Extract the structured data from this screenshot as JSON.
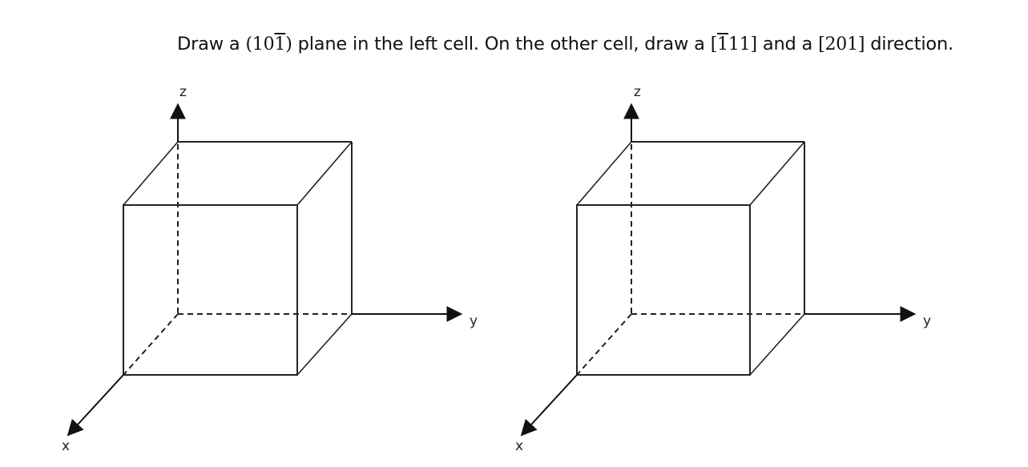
{
  "instruction": {
    "part1": "Draw a ",
    "plane_open": "(",
    "plane_h": "1",
    "plane_k": "0",
    "plane_l_bar": "1",
    "plane_close": ")",
    "part2": " plane in the left cell.  On the other cell, draw a ",
    "dir1_open": "[",
    "dir1_u_bar": "1",
    "dir1_vw": "11",
    "dir1_close": "]",
    "part3": " and a ",
    "dir2": "[201]",
    "part4": " direction."
  },
  "cells": [
    {
      "id": "left-cell",
      "purpose": "plane",
      "axis_labels": {
        "x": "x",
        "y": "y",
        "z": "z"
      }
    },
    {
      "id": "right-cell",
      "purpose": "directions",
      "axis_labels": {
        "x": "x",
        "y": "y",
        "z": "z"
      }
    }
  ],
  "colors": {
    "line": "#222222",
    "background": "#ffffff"
  }
}
